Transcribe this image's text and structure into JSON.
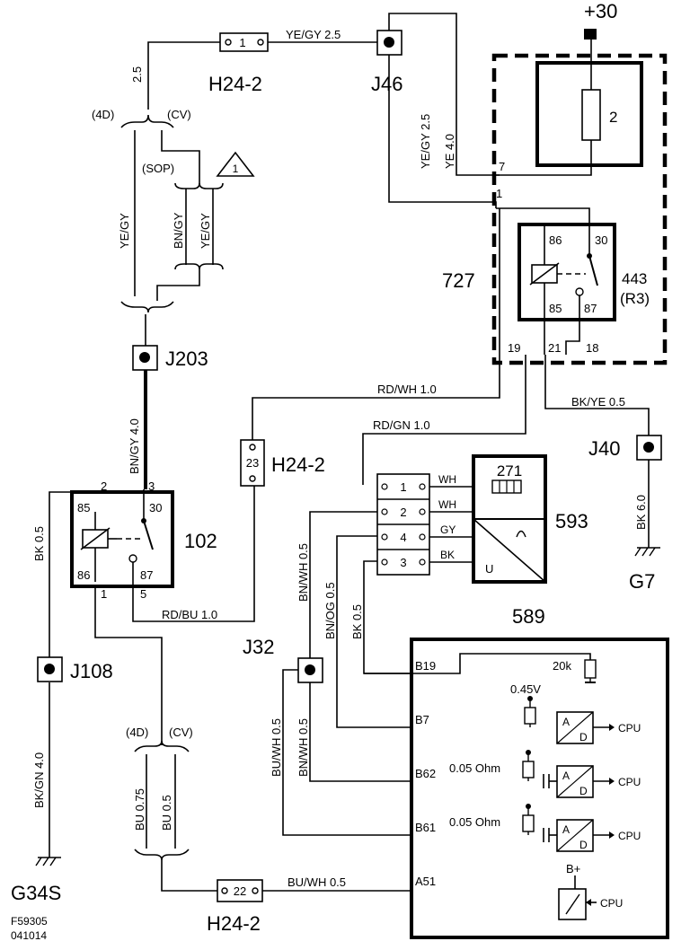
{
  "components": {
    "h24_top": "H24-2",
    "h24_mid": "H24-2",
    "h24_bot": "H24-2",
    "j46": "J46",
    "j203": "J203",
    "j108": "J108",
    "j32": "J32",
    "j40": "J40",
    "g7": "G7",
    "g34s": "G34S",
    "relay_102": "102",
    "module_727": "727",
    "relay_443": "443",
    "relay_443_sub": "(R3)",
    "fuse_2": "2",
    "sensor_271": "271",
    "sensor_593": "593",
    "ecu_589": "589",
    "supply_30": "+30",
    "warn_num": "1"
  },
  "connector_pins": {
    "h24_top_pin": "1",
    "h24_mid_pin": "23",
    "h24_bot_pin": "22",
    "conn_1": "1",
    "conn_2": "2",
    "conn_4": "4",
    "conn_3": "3"
  },
  "wires": {
    "ye_gy_2_5_top": "YE/GY  2.5",
    "ye_gy_2_5_vert": "YE/GY  2.5",
    "ye_4_0": "YE  4.0",
    "w_2_5": "2.5",
    "ye_gy_left": "YE/GY",
    "bn_gy": "BN/GY",
    "ye_gy_sop": "YE/GY",
    "bn_gy_4_0": "BN/GY  4.0",
    "rd_wh_1_0": "RD/WH  1.0",
    "rd_gn_1_0": "RD/GN  1.0",
    "bk_ye_0_5": "BK/YE  0.5",
    "bk_6_0": "BK  6.0",
    "bk_0_5_left": "BK  0.5",
    "rd_bu_1_0": "RD/BU  1.0",
    "bn_wh_0_5": "BN/WH  0.5",
    "bn_og_0_5": "BN/OG  0.5",
    "bk_0_5_mid": "BK  0.5",
    "bk_gn_4_0": "BK/GN  4.0",
    "bu_wh_0_5_vert": "BU/WH  0.5",
    "bn_wh_0_5_lower": "BN/WH  0.5",
    "bu_0_75": "BU  0.75",
    "bu_0_5": "BU  0.5",
    "bu_wh_0_5_bottom": "BU/WH  0.5",
    "wh_1": "WH",
    "wh_2": "WH",
    "gy": "GY",
    "bk": "BK"
  },
  "variants": {
    "v4d_top": "(4D)",
    "vcv_top": "(CV)",
    "sop": "(SOP)",
    "v4d_bot": "(4D)",
    "vcv_bot": "(CV)"
  },
  "relay_pins": {
    "r102_85": "85",
    "r102_30": "30",
    "r102_86": "86",
    "r102_87": "87",
    "r102_2": "2",
    "r102_3": "3",
    "r102_1": "1",
    "r102_5": "5",
    "r443_86": "86",
    "r443_30": "30",
    "r443_85": "85",
    "r443_87": "87",
    "m727_7": "7",
    "m727_1": "1",
    "m727_19": "19",
    "m727_21": "21",
    "m727_18": "18"
  },
  "ecu_pins": {
    "b19": "B19",
    "b7": "B7",
    "b62": "B62",
    "b61": "B61",
    "a51": "A51",
    "r20k": "20k",
    "v045": "0.45V",
    "ohm_1": "0.05 Ohm",
    "ohm_2": "0.05 Ohm",
    "cpu_1": "CPU",
    "cpu_2": "CPU",
    "cpu_3": "CPU",
    "cpu_4": "CPU",
    "b_plus": "B+",
    "a": "A",
    "d": "D",
    "u": "U"
  },
  "footer": {
    "fig_id": "F59305",
    "date": "041014"
  }
}
